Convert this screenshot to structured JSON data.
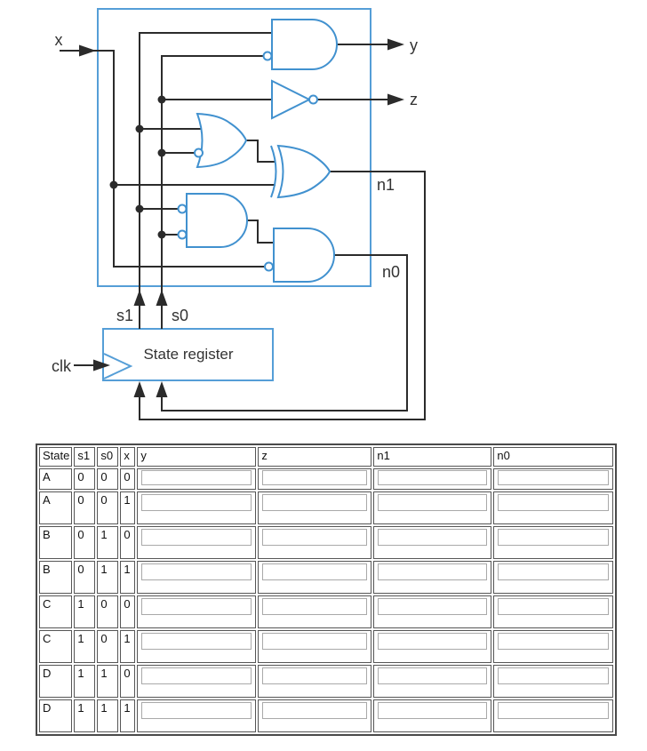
{
  "circuit": {
    "input_labels": {
      "x": "x",
      "clk": "clk"
    },
    "output_labels": {
      "y": "y",
      "z": "z",
      "n1": "n1",
      "n0": "n0"
    },
    "state_signal_labels": {
      "s1": "s1",
      "s0": "s0"
    },
    "register_label": "State register",
    "gates": [
      {
        "icon": "and-gate-icon",
        "type": "AND",
        "note": "inverted lower input",
        "output": "y"
      },
      {
        "icon": "not-gate-icon",
        "type": "NOT",
        "output": "z"
      },
      {
        "icon": "or-gate-icon",
        "type": "OR",
        "note": "inverted lower input",
        "output": "to XOR"
      },
      {
        "icon": "xor-gate-icon",
        "type": "XOR",
        "output": "n1"
      },
      {
        "icon": "and-gate-icon",
        "type": "AND",
        "note": "both inputs inverted",
        "output": "to AND"
      },
      {
        "icon": "and-gate-icon",
        "type": "AND",
        "note": "inverted lower input",
        "output": "n0"
      }
    ],
    "colors": {
      "gate_blue": "#4191cf",
      "box_blue": "#559ed7",
      "wire": "#2b2b2b",
      "label_text": "#333333"
    }
  },
  "table": {
    "headers": [
      "State",
      "s1",
      "s0",
      "x",
      "y",
      "z",
      "n1",
      "n0"
    ],
    "rows": [
      {
        "state": "A",
        "s1": "0",
        "s0": "0",
        "x": "0",
        "y": "",
        "z": "",
        "n1": "",
        "n0": ""
      },
      {
        "state": "A",
        "s1": "0",
        "s0": "0",
        "x": "1",
        "y": "",
        "z": "",
        "n1": "",
        "n0": ""
      },
      {
        "state": "B",
        "s1": "0",
        "s0": "1",
        "x": "0",
        "y": "",
        "z": "",
        "n1": "",
        "n0": ""
      },
      {
        "state": "B",
        "s1": "0",
        "s0": "1",
        "x": "1",
        "y": "",
        "z": "",
        "n1": "",
        "n0": ""
      },
      {
        "state": "C",
        "s1": "1",
        "s0": "0",
        "x": "0",
        "y": "",
        "z": "",
        "n1": "",
        "n0": ""
      },
      {
        "state": "C",
        "s1": "1",
        "s0": "0",
        "x": "1",
        "y": "",
        "z": "",
        "n1": "",
        "n0": ""
      },
      {
        "state": "D",
        "s1": "1",
        "s0": "1",
        "x": "0",
        "y": "",
        "z": "",
        "n1": "",
        "n0": ""
      },
      {
        "state": "D",
        "s1": "1",
        "s0": "1",
        "x": "1",
        "y": "",
        "z": "",
        "n1": "",
        "n0": ""
      }
    ]
  }
}
